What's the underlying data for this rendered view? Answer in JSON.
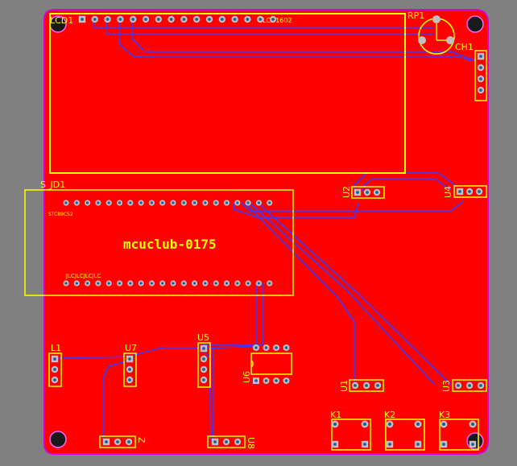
{
  "colors": {
    "background": "#808080",
    "board": "#ff0000",
    "silkscreen": "#ffff00",
    "trace": "#3b3bff",
    "pad_copper": "#c0c0c0",
    "pad_hole": "#1e5aa0",
    "hole": "#1a1a1a",
    "board_outline": "#d400d4"
  },
  "board": {
    "title": "mcuclub-0175"
  },
  "components": {
    "lcd": {
      "ref": "LCD1",
      "part": "LCD1602"
    },
    "rp": {
      "ref": "RP1"
    },
    "ch": {
      "ref": "CH1"
    },
    "mcu": {
      "ref": "S_JD1",
      "top_label": "STC89C52",
      "bottom_label": "JLCJLCJLCJLC"
    },
    "u2": {
      "ref": "U2"
    },
    "u4": {
      "ref": "U4"
    },
    "l1": {
      "ref": "L1"
    },
    "u7": {
      "ref": "U7"
    },
    "u5": {
      "ref": "U5"
    },
    "u6": {
      "ref": "U6"
    },
    "u1": {
      "ref": "U1"
    },
    "u3": {
      "ref": "U3"
    },
    "z": {
      "ref": "Z"
    },
    "u8": {
      "ref": "U8"
    },
    "k1": {
      "ref": "K1"
    },
    "k2": {
      "ref": "K2"
    },
    "k3": {
      "ref": "K3"
    }
  }
}
